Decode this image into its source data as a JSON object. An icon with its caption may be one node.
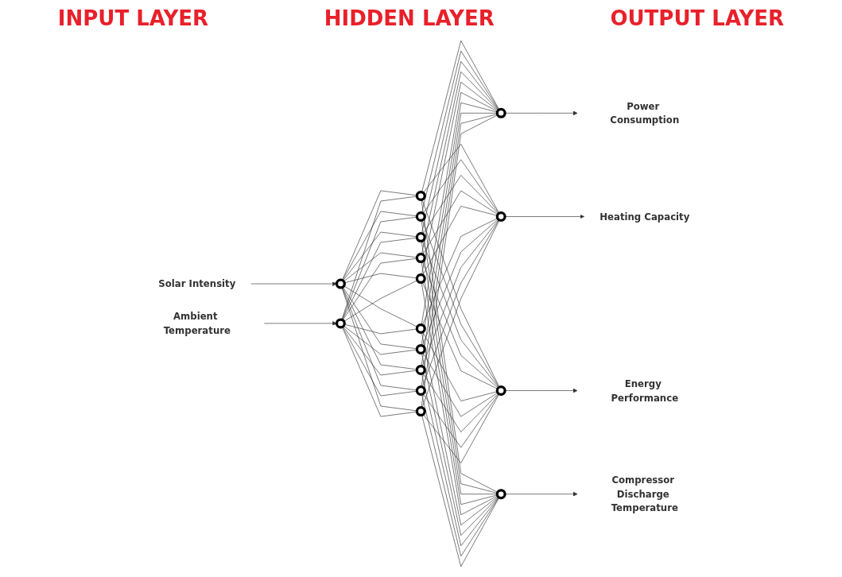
{
  "diagram": {
    "nodes": [
      {
        "text": [
          "Solar Intensity"
        ]
      },
      {
        "text": [
          "Ambient Temperature"
        ]
      },
      {
        "text": [],
        "shape": "circle"
      },
      {
        "text": [],
        "shape": "circle"
      },
      {
        "text": [],
        "shape": "circle"
      },
      {
        "text": [],
        "shape": "circle"
      },
      {
        "text": [],
        "shape": "circle"
      },
      {
        "text": [],
        "shape": "circle"
      },
      {
        "text": [],
        "shape": "circle"
      },
      {
        "text": [],
        "shape": "circle"
      },
      {
        "text": [],
        "shape": "circle"
      },
      {
        "text": [],
        "shape": "circle"
      },
      {
        "text": [],
        "shape": "circle"
      },
      {
        "text": [],
        "shape": "circle"
      },
      {
        "text": [],
        "shape": "circle"
      },
      {
        "text": [],
        "shape": "circle"
      },
      {
        "text": [],
        "shape": "circle"
      },
      {
        "text": [],
        "shape": "circle"
      },
      {
        "text": [
          "Power Consumption"
        ]
      },
      {
        "text": [
          "Heating Capacity"
        ]
      },
      {
        "text": [
          "Energy Performance"
        ]
      },
      {
        "text": [
          "Compressor Discharge Temperature"
        ]
      }
    ],
    "edges": [
      {
        "from": 0,
        "to": 2,
        "arrow": "to"
      },
      {
        "from": 1,
        "to": 3,
        "arrow": "to"
      },
      {
        "from": 2,
        "to": 4,
        "arrow": "none"
      },
      {
        "from": 2,
        "to": 5,
        "arrow": "none"
      },
      {
        "from": 2,
        "to": 6,
        "arrow": "none"
      },
      {
        "from": 2,
        "to": 7,
        "arrow": "none"
      },
      {
        "from": 2,
        "to": 8,
        "arrow": "none"
      },
      {
        "from": 2,
        "to": 9,
        "arrow": "none"
      },
      {
        "from": 2,
        "to": 10,
        "arrow": "none"
      },
      {
        "from": 2,
        "to": 11,
        "arrow": "none"
      },
      {
        "from": 2,
        "to": 12,
        "arrow": "none"
      },
      {
        "from": 2,
        "to": 13,
        "arrow": "none"
      },
      {
        "from": 3,
        "to": 4,
        "arrow": "none"
      },
      {
        "from": 3,
        "to": 5,
        "arrow": "none"
      },
      {
        "from": 3,
        "to": 6,
        "arrow": "none"
      },
      {
        "from": 3,
        "to": 7,
        "arrow": "none"
      },
      {
        "from": 3,
        "to": 8,
        "arrow": "none"
      },
      {
        "from": 3,
        "to": 9,
        "arrow": "none"
      },
      {
        "from": 3,
        "to": 10,
        "arrow": "none"
      },
      {
        "from": 3,
        "to": 11,
        "arrow": "none"
      },
      {
        "from": 3,
        "to": 12,
        "arrow": "none"
      },
      {
        "from": 3,
        "to": 13,
        "arrow": "none"
      },
      {
        "from": 4,
        "to": 14,
        "arrow": "none"
      },
      {
        "from": 4,
        "to": 15,
        "arrow": "none"
      },
      {
        "from": 4,
        "to": 16,
        "arrow": "none"
      },
      {
        "from": 4,
        "to": 17,
        "arrow": "none"
      },
      {
        "from": 5,
        "to": 14,
        "arrow": "none"
      },
      {
        "from": 5,
        "to": 15,
        "arrow": "none"
      },
      {
        "from": 5,
        "to": 16,
        "arrow": "none"
      },
      {
        "from": 5,
        "to": 17,
        "arrow": "none"
      },
      {
        "from": 6,
        "to": 14,
        "arrow": "none"
      },
      {
        "from": 6,
        "to": 15,
        "arrow": "none"
      },
      {
        "from": 6,
        "to": 16,
        "arrow": "none"
      },
      {
        "from": 6,
        "to": 17,
        "arrow": "none"
      },
      {
        "from": 7,
        "to": 14,
        "arrow": "none"
      },
      {
        "from": 7,
        "to": 15,
        "arrow": "none"
      },
      {
        "from": 7,
        "to": 16,
        "arrow": "none"
      },
      {
        "from": 7,
        "to": 17,
        "arrow": "none"
      },
      {
        "from": 8,
        "to": 14,
        "arrow": "none"
      },
      {
        "from": 8,
        "to": 15,
        "arrow": "none"
      },
      {
        "from": 8,
        "to": 16,
        "arrow": "none"
      },
      {
        "from": 8,
        "to": 17,
        "arrow": "none"
      },
      {
        "from": 9,
        "to": 14,
        "arrow": "none"
      },
      {
        "from": 9,
        "to": 15,
        "arrow": "none"
      },
      {
        "from": 9,
        "to": 16,
        "arrow": "none"
      },
      {
        "from": 9,
        "to": 17,
        "arrow": "none"
      },
      {
        "from": 10,
        "to": 14,
        "arrow": "none"
      },
      {
        "from": 10,
        "to": 15,
        "arrow": "none"
      },
      {
        "from": 10,
        "to": 16,
        "arrow": "none"
      },
      {
        "from": 10,
        "to": 17,
        "arrow": "none"
      },
      {
        "from": 11,
        "to": 14,
        "arrow": "none"
      },
      {
        "from": 11,
        "to": 15,
        "arrow": "none"
      },
      {
        "from": 11,
        "to": 16,
        "arrow": "none"
      },
      {
        "from": 11,
        "to": 17,
        "arrow": "none"
      },
      {
        "from": 12,
        "to": 14,
        "arrow": "none"
      },
      {
        "from": 12,
        "to": 15,
        "arrow": "none"
      },
      {
        "from": 12,
        "to": 16,
        "arrow": "none"
      },
      {
        "from": 12,
        "to": 17,
        "arrow": "none"
      },
      {
        "from": 13,
        "to": 14,
        "arrow": "none"
      },
      {
        "from": 13,
        "to": 15,
        "arrow": "none"
      },
      {
        "from": 13,
        "to": 16,
        "arrow": "none"
      },
      {
        "from": 13,
        "to": 17,
        "arrow": "none"
      },
      {
        "from": 14,
        "to": 18,
        "arrow": "to"
      },
      {
        "from": 15,
        "to": 19,
        "arrow": "to"
      },
      {
        "from": 16,
        "to": 20,
        "arrow": "to"
      },
      {
        "from": 17,
        "to": 21,
        "arrow": "to"
      }
    ],
    "labels": [
      "INPUT LAYER",
      "HIDDEN LAYER",
      "OUTPUT LAYER"
    ]
  }
}
